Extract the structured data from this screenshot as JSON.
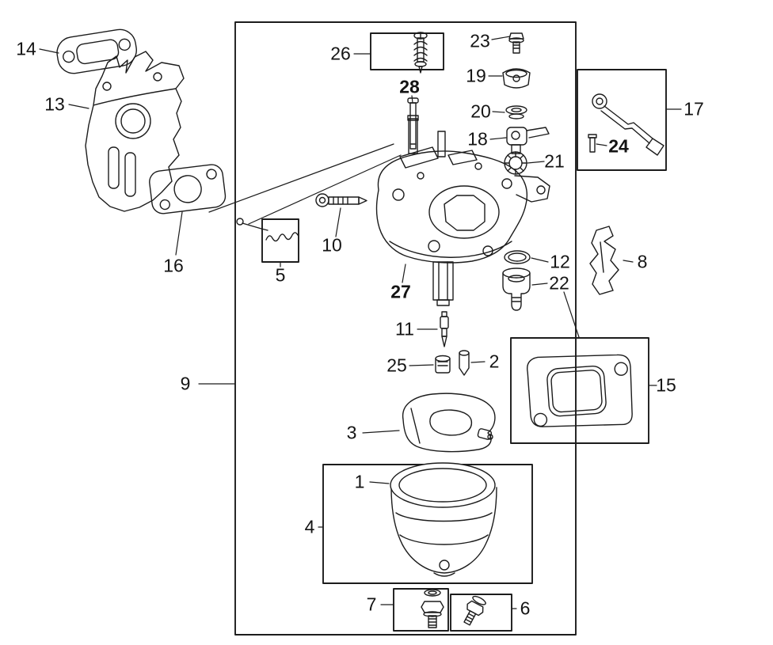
{
  "diagram": {
    "kind": "exploded-parts-diagram",
    "subject": "carburetor-assembly",
    "background_color": "#ffffff",
    "line_color": "#1c1c1c",
    "callouts": {
      "c1": "1",
      "c2": "2",
      "c3": "3",
      "c4": "4",
      "c5": "5",
      "c6": "6",
      "c7": "7",
      "c8": "8",
      "c9": "9",
      "c10": "10",
      "c11": "11",
      "c12": "12",
      "c13": "13",
      "c14": "14",
      "c15": "15",
      "c16": "16",
      "c17": "17",
      "c18": "18",
      "c19": "19",
      "c20": "20",
      "c21": "21",
      "c22": "22",
      "c23": "23",
      "c24": "24",
      "c25": "25",
      "c26": "26",
      "c27": "27",
      "c28": "28"
    },
    "bold_callouts": [
      "24",
      "27",
      "28"
    ]
  }
}
